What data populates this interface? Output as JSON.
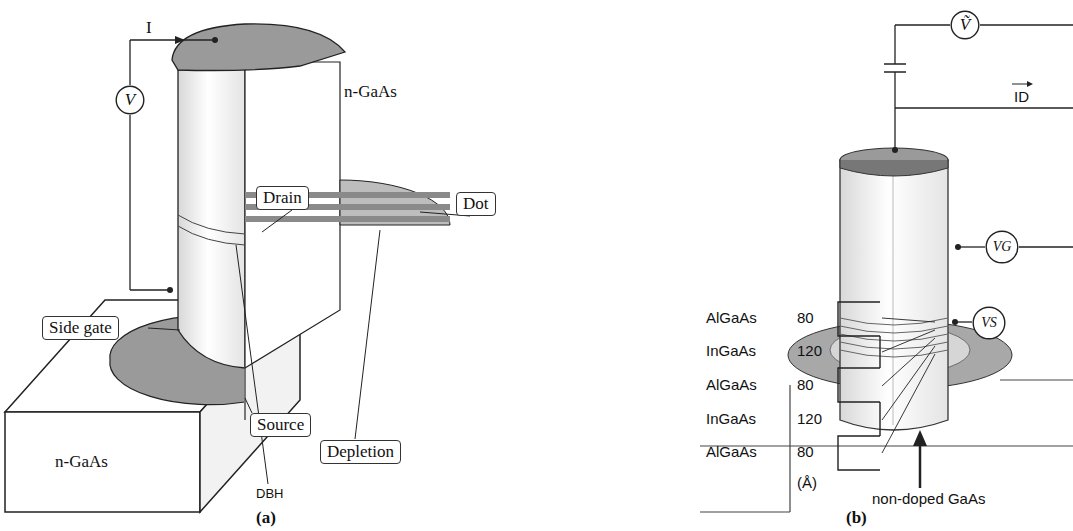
{
  "diagram": {
    "nodes": [
      {
        "text": [
          "V"
        ]
      },
      {
        "text": [
          "Drain"
        ]
      },
      {
        "text": [
          "Dot"
        ]
      },
      {
        "text": [
          "Side gate"
        ]
      },
      {
        "text": [
          "Source"
        ]
      },
      {
        "text": [
          "Depletion"
        ]
      },
      {
        "text": [
          "Ṽ"
        ]
      },
      {
        "text": [
          "VG"
        ]
      },
      {
        "text": [
          "VS"
        ]
      }
    ],
    "labels": [
      "I",
      "n-GaAs",
      "n-GaAs",
      "DBH",
      "(a)",
      "AlGaAs",
      "80",
      "InGaAs",
      "120",
      "AlGaAs",
      "80",
      "InGaAs",
      "120",
      "AlGaAs",
      "80",
      "(Å)",
      "ID",
      "non-doped GaAs",
      "(b)"
    ]
  }
}
